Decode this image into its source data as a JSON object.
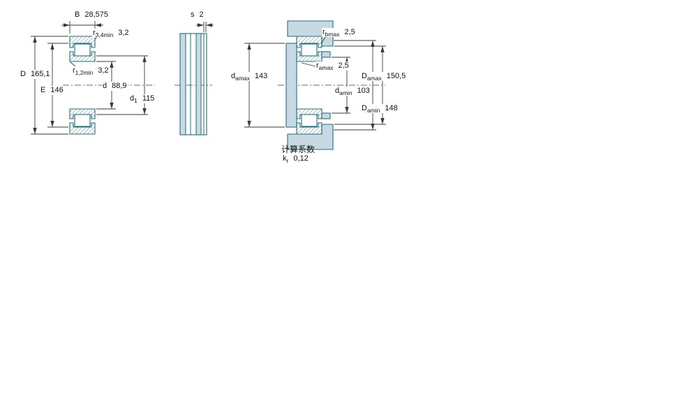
{
  "drawing_colors": {
    "line": "#1f6f7d",
    "fill": "#c7dae4",
    "dim": "#3a3a3a"
  },
  "labels": {
    "B": {
      "base": "B",
      "sub": "",
      "value": "28,575"
    },
    "r34": {
      "base": "r",
      "sub": "3,4min",
      "value": "3,2"
    },
    "r12": {
      "base": "r",
      "sub": "1,2min",
      "value": "3,2"
    },
    "D": {
      "base": "D",
      "sub": "",
      "value": "165,1"
    },
    "E": {
      "base": "E",
      "sub": "",
      "value": "146"
    },
    "d": {
      "base": "d",
      "sub": "",
      "value": "88,9"
    },
    "d1": {
      "base": "d",
      "sub": "1",
      "value": "115"
    },
    "s": {
      "base": "s",
      "sub": "",
      "value": "2"
    },
    "rbmax": {
      "base": "r",
      "sub": "bmax",
      "value": "2,5"
    },
    "ramax": {
      "base": "r",
      "sub": "amax",
      "value": "2,5"
    },
    "damax": {
      "base": "d",
      "sub": "amax",
      "value": "143"
    },
    "damin": {
      "base": "d",
      "sub": "amin",
      "value": "103"
    },
    "Damax": {
      "base": "D",
      "sub": "amax",
      "value": "150,5"
    },
    "Damin": {
      "base": "D",
      "sub": "amin",
      "value": "148"
    }
  },
  "notes": {
    "heading": "计算系数",
    "kr": {
      "base": "k",
      "sub": "r",
      "value": "0,12"
    }
  }
}
